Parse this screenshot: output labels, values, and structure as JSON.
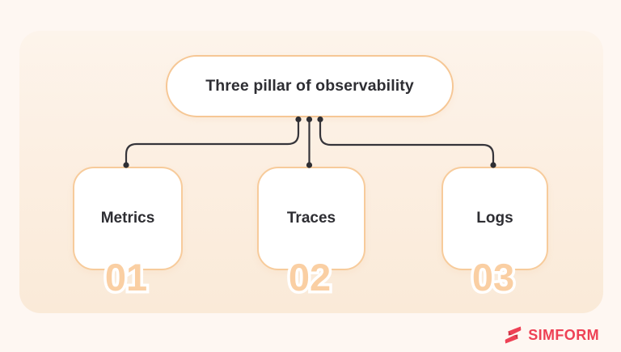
{
  "diagram": {
    "title": "Three pillar of observability",
    "nodes": [
      {
        "label": "Metrics",
        "number": "01"
      },
      {
        "label": "Traces",
        "number": "02"
      },
      {
        "label": "Logs",
        "number": "03"
      }
    ]
  },
  "branding": {
    "name": "SIMFORM",
    "icon": "simform-s-ribbon-icon"
  },
  "colors": {
    "outer_background": "#FEF7F2",
    "panel_top": "#FDF4EB",
    "panel_bottom": "#FAEAD8",
    "node_border": "#F7CB9B",
    "node_fill": "#FFFFFF",
    "number": "#FACFA3",
    "connector": "#35343A",
    "text": "#2E2E33",
    "brand_red": "#EE4155"
  }
}
